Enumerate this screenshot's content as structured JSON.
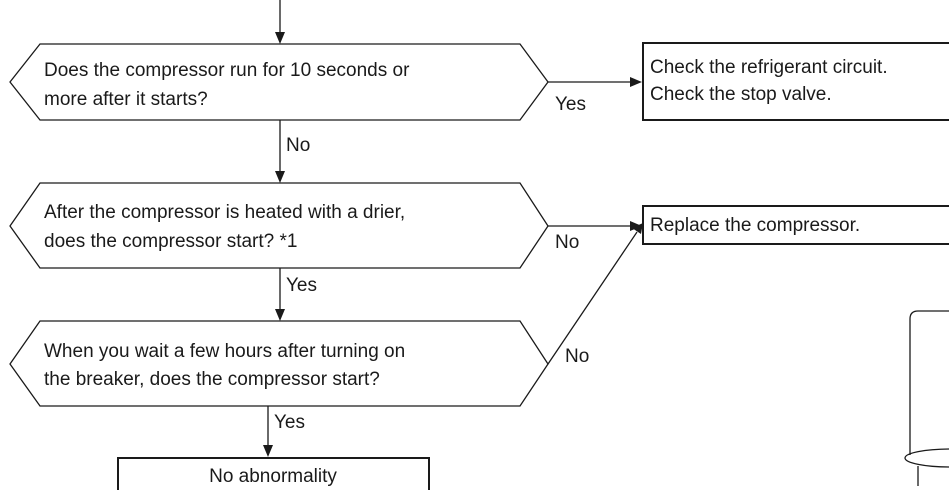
{
  "decisions": [
    {
      "line1": "Does the compressor run for 10 seconds or",
      "line2": "more after it starts?"
    },
    {
      "line1": "After the compressor is heated with a drier,",
      "line2": "does the compressor start?  *1"
    },
    {
      "line1": "When you wait a few hours after turning on",
      "line2": "the breaker, does the compressor start?"
    }
  ],
  "results": {
    "refrigerant": {
      "line1": "Check the refrigerant circuit.",
      "line2": "Check the stop valve."
    },
    "replace": "Replace the compressor.",
    "ok": "No abnormality"
  },
  "labels": {
    "yes_1": "Yes",
    "no_1": "No",
    "no_2": "No",
    "yes_2": "Yes",
    "no_3": "No",
    "yes_3": "Yes"
  }
}
